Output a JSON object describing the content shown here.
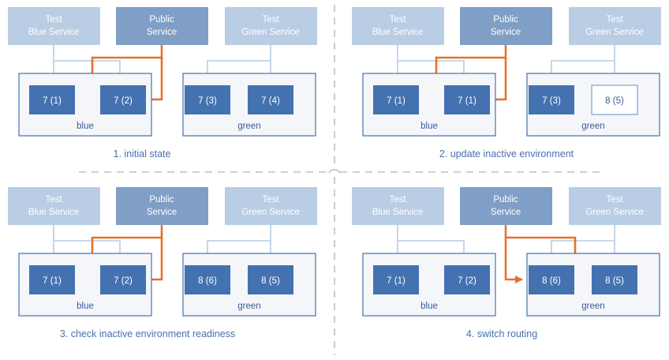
{
  "colors": {
    "test_service_fill": "#b9cde4",
    "public_service_fill": "#7f9fc6",
    "instance_fill": "#4472b0",
    "instance_pending_fill": "#ffffff",
    "instance_pending_border": "#8eaadc",
    "env_border": "#4472b0",
    "env_fill": "#f4f6fa",
    "arrow_blue": "#b6cbe4",
    "arrow_orange": "#e8702a",
    "caption_text": "#4a6fae",
    "service_text": "#ffffff",
    "divider": "#bfbfbf"
  },
  "services": {
    "test_blue": {
      "line1": "Test",
      "line2": "Blue Service"
    },
    "public": {
      "line1": "Public",
      "line2": "Service"
    },
    "test_green": {
      "line1": "Test",
      "line2": "Green Service"
    }
  },
  "environments": {
    "blue": "blue",
    "green": "green"
  },
  "panels": [
    {
      "id": "panel-1",
      "caption": "1. initial state",
      "blue_instances": [
        {
          "label": "7 (1)",
          "state": "running"
        },
        {
          "label": "7 (2)",
          "state": "running"
        }
      ],
      "green_instances": [
        {
          "label": "7 (3)",
          "state": "running"
        },
        {
          "label": "7 (4)",
          "state": "running"
        }
      ],
      "public_routes_to": "blue"
    },
    {
      "id": "panel-2",
      "caption": "2. update inactive environment",
      "blue_instances": [
        {
          "label": "7 (1)",
          "state": "running"
        },
        {
          "label": "7 (1)",
          "state": "running"
        }
      ],
      "green_instances": [
        {
          "label": "7 (3)",
          "state": "running"
        },
        {
          "label": "8 (5)",
          "state": "pending"
        }
      ],
      "public_routes_to": "blue"
    },
    {
      "id": "panel-3",
      "caption": "3. check inactive environment readiness",
      "blue_instances": [
        {
          "label": "7 (1)",
          "state": "running"
        },
        {
          "label": "7 (2)",
          "state": "running"
        }
      ],
      "green_instances": [
        {
          "label": "8 (6)",
          "state": "running"
        },
        {
          "label": "8 (5)",
          "state": "running"
        }
      ],
      "public_routes_to": "blue"
    },
    {
      "id": "panel-4",
      "caption": "4. switch routing",
      "blue_instances": [
        {
          "label": "7 (1)",
          "state": "running"
        },
        {
          "label": "7 (2)",
          "state": "running"
        }
      ],
      "green_instances": [
        {
          "label": "8 (6)",
          "state": "running"
        },
        {
          "label": "8 (5)",
          "state": "running"
        }
      ],
      "public_routes_to": "green"
    }
  ]
}
